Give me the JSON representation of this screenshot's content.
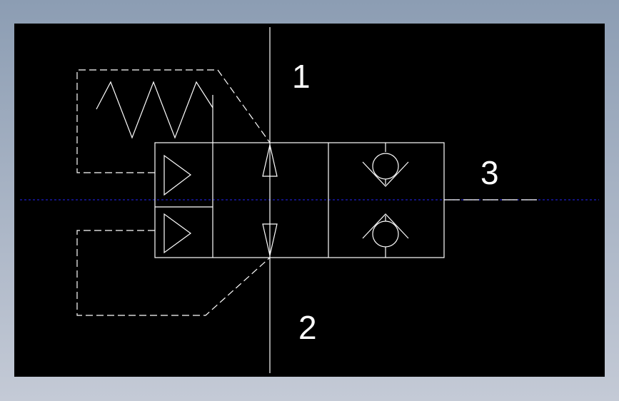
{
  "diagram": {
    "ports": {
      "port_1": "1",
      "port_2": "2",
      "port_3": "3"
    },
    "symbols": {
      "spring": "spring-icon",
      "pilot_top": "pilot-triangle-icon",
      "pilot_bottom": "pilot-triangle-icon",
      "flow_up": "arrow-up-icon",
      "flow_down": "arrow-down-icon",
      "check_top": "check-valve-icon",
      "check_bottom": "check-valve-icon"
    },
    "colors": {
      "canvas_background": "#000000",
      "line": "#ffffff",
      "center_axis": "#1e1ec8",
      "frame_gradient_top": "#8c9db3",
      "frame_gradient_bottom": "#c4cad6"
    }
  }
}
